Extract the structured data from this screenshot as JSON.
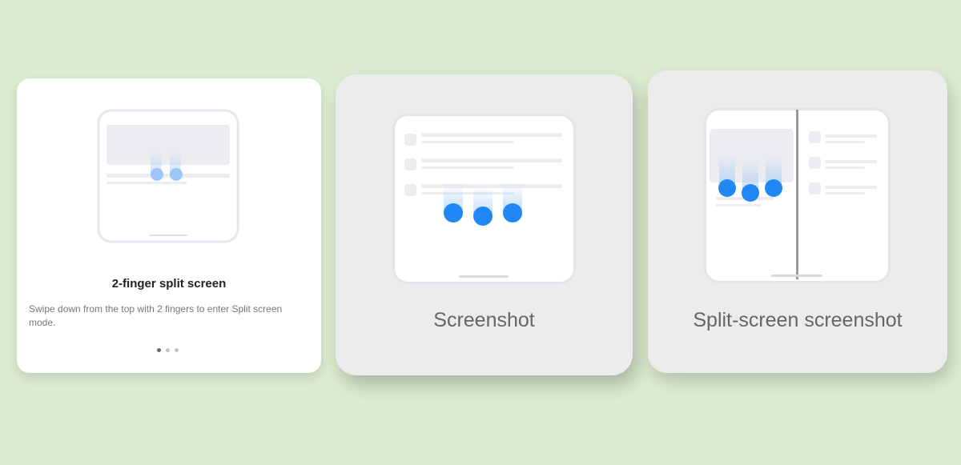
{
  "cards": [
    {
      "title": "2-finger split screen",
      "description": "Swipe down from the top with 2 fingers to enter Split screen mode.",
      "pager": {
        "count": 3,
        "active_index": 0
      }
    },
    {
      "caption": "Screenshot"
    },
    {
      "caption": "Split-screen screenshot"
    }
  ],
  "colors": {
    "background": "#dbecd0",
    "accent": "#2187f5",
    "accent_light": "#9ec9f7"
  },
  "icons": {
    "card_1": "two-finger-swipe-icon",
    "card_2": "three-finger-swipe-icon",
    "card_3": "split-screen-three-finger-swipe-icon"
  }
}
